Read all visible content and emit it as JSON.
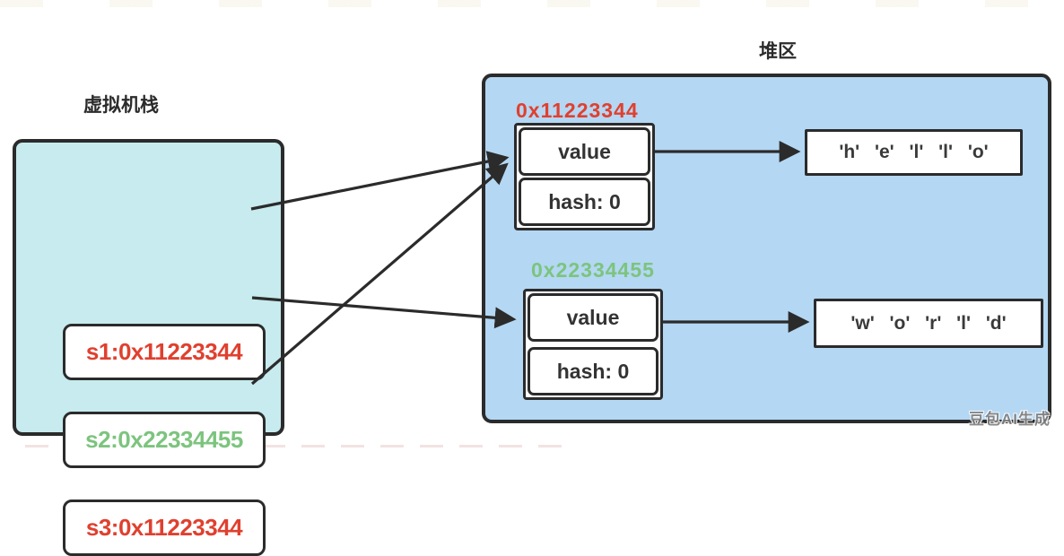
{
  "stack": {
    "title": "虚拟机栈",
    "items": [
      {
        "label": "s1:0x11223344",
        "color": "#e0402f"
      },
      {
        "label": "s2:0x22334455",
        "color": "#7cc47e"
      },
      {
        "label": "s3:0x11223344",
        "color": "#e0402f"
      }
    ]
  },
  "heap": {
    "title": "堆区",
    "objects": [
      {
        "address": "0x11223344",
        "address_color": "#e0402f",
        "fields": {
          "value": "value",
          "hash": "hash: 0"
        },
        "char_array": {
          "chars": [
            "h",
            "e",
            "l",
            "l",
            "o"
          ],
          "display": "'h' 'e' 'l' 'l' 'o'"
        }
      },
      {
        "address": "0x22334455",
        "address_color": "#7cc47e",
        "fields": {
          "value": "value",
          "hash": "hash: 0"
        },
        "char_array": {
          "chars": [
            "w",
            "o",
            "r",
            "l",
            "d"
          ],
          "display": "'w' 'o' 'r' 'l' 'd'"
        }
      }
    ]
  },
  "connections": [
    {
      "from": "s1",
      "to": "heap-object-0x11223344"
    },
    {
      "from": "s2",
      "to": "heap-object-0x22334455"
    },
    {
      "from": "s3",
      "to": "heap-object-0x11223344"
    },
    {
      "from": "heap-object-0x11223344.value",
      "to": "char-array-hello"
    },
    {
      "from": "heap-object-0x22334455.value",
      "to": "char-array-world"
    }
  ],
  "watermark": "豆包AI生成",
  "colors": {
    "stack_fill": "#c7ebee",
    "heap_fill": "#b4d7f3",
    "border": "#2b2b2b",
    "red": "#e0402f",
    "green": "#7cc47e",
    "dark_text": "#333333"
  }
}
